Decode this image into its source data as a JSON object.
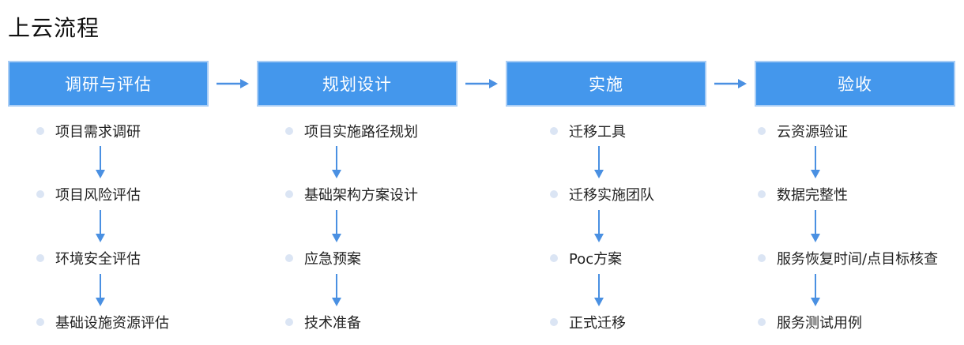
{
  "title": "上云流程",
  "stages": [
    {
      "label": "调研与评估",
      "steps": [
        "项目需求调研",
        "项目风险评估",
        "环境安全评估",
        "基础设施资源评估"
      ]
    },
    {
      "label": "规划设计",
      "steps": [
        "项目实施路径规划",
        "基础架构方案设计",
        "应急预案",
        "技术准备"
      ]
    },
    {
      "label": "实施",
      "steps": [
        "迁移工具",
        "迁移实施团队",
        "Poc方案",
        "正式迁移"
      ]
    },
    {
      "label": "验收",
      "steps": [
        "云资源验证",
        "数据完整性",
        "服务恢复时间/点目标核查",
        "服务测试用例"
      ]
    }
  ],
  "colors": {
    "header_fill": "#4497ec",
    "header_border": "#a9cdf5",
    "arrow": "#4a90e2",
    "bullet": "#dbe5f4"
  },
  "icons": {
    "flow_arrow": "right-arrow-icon",
    "step_arrow": "down-arrow-icon"
  }
}
